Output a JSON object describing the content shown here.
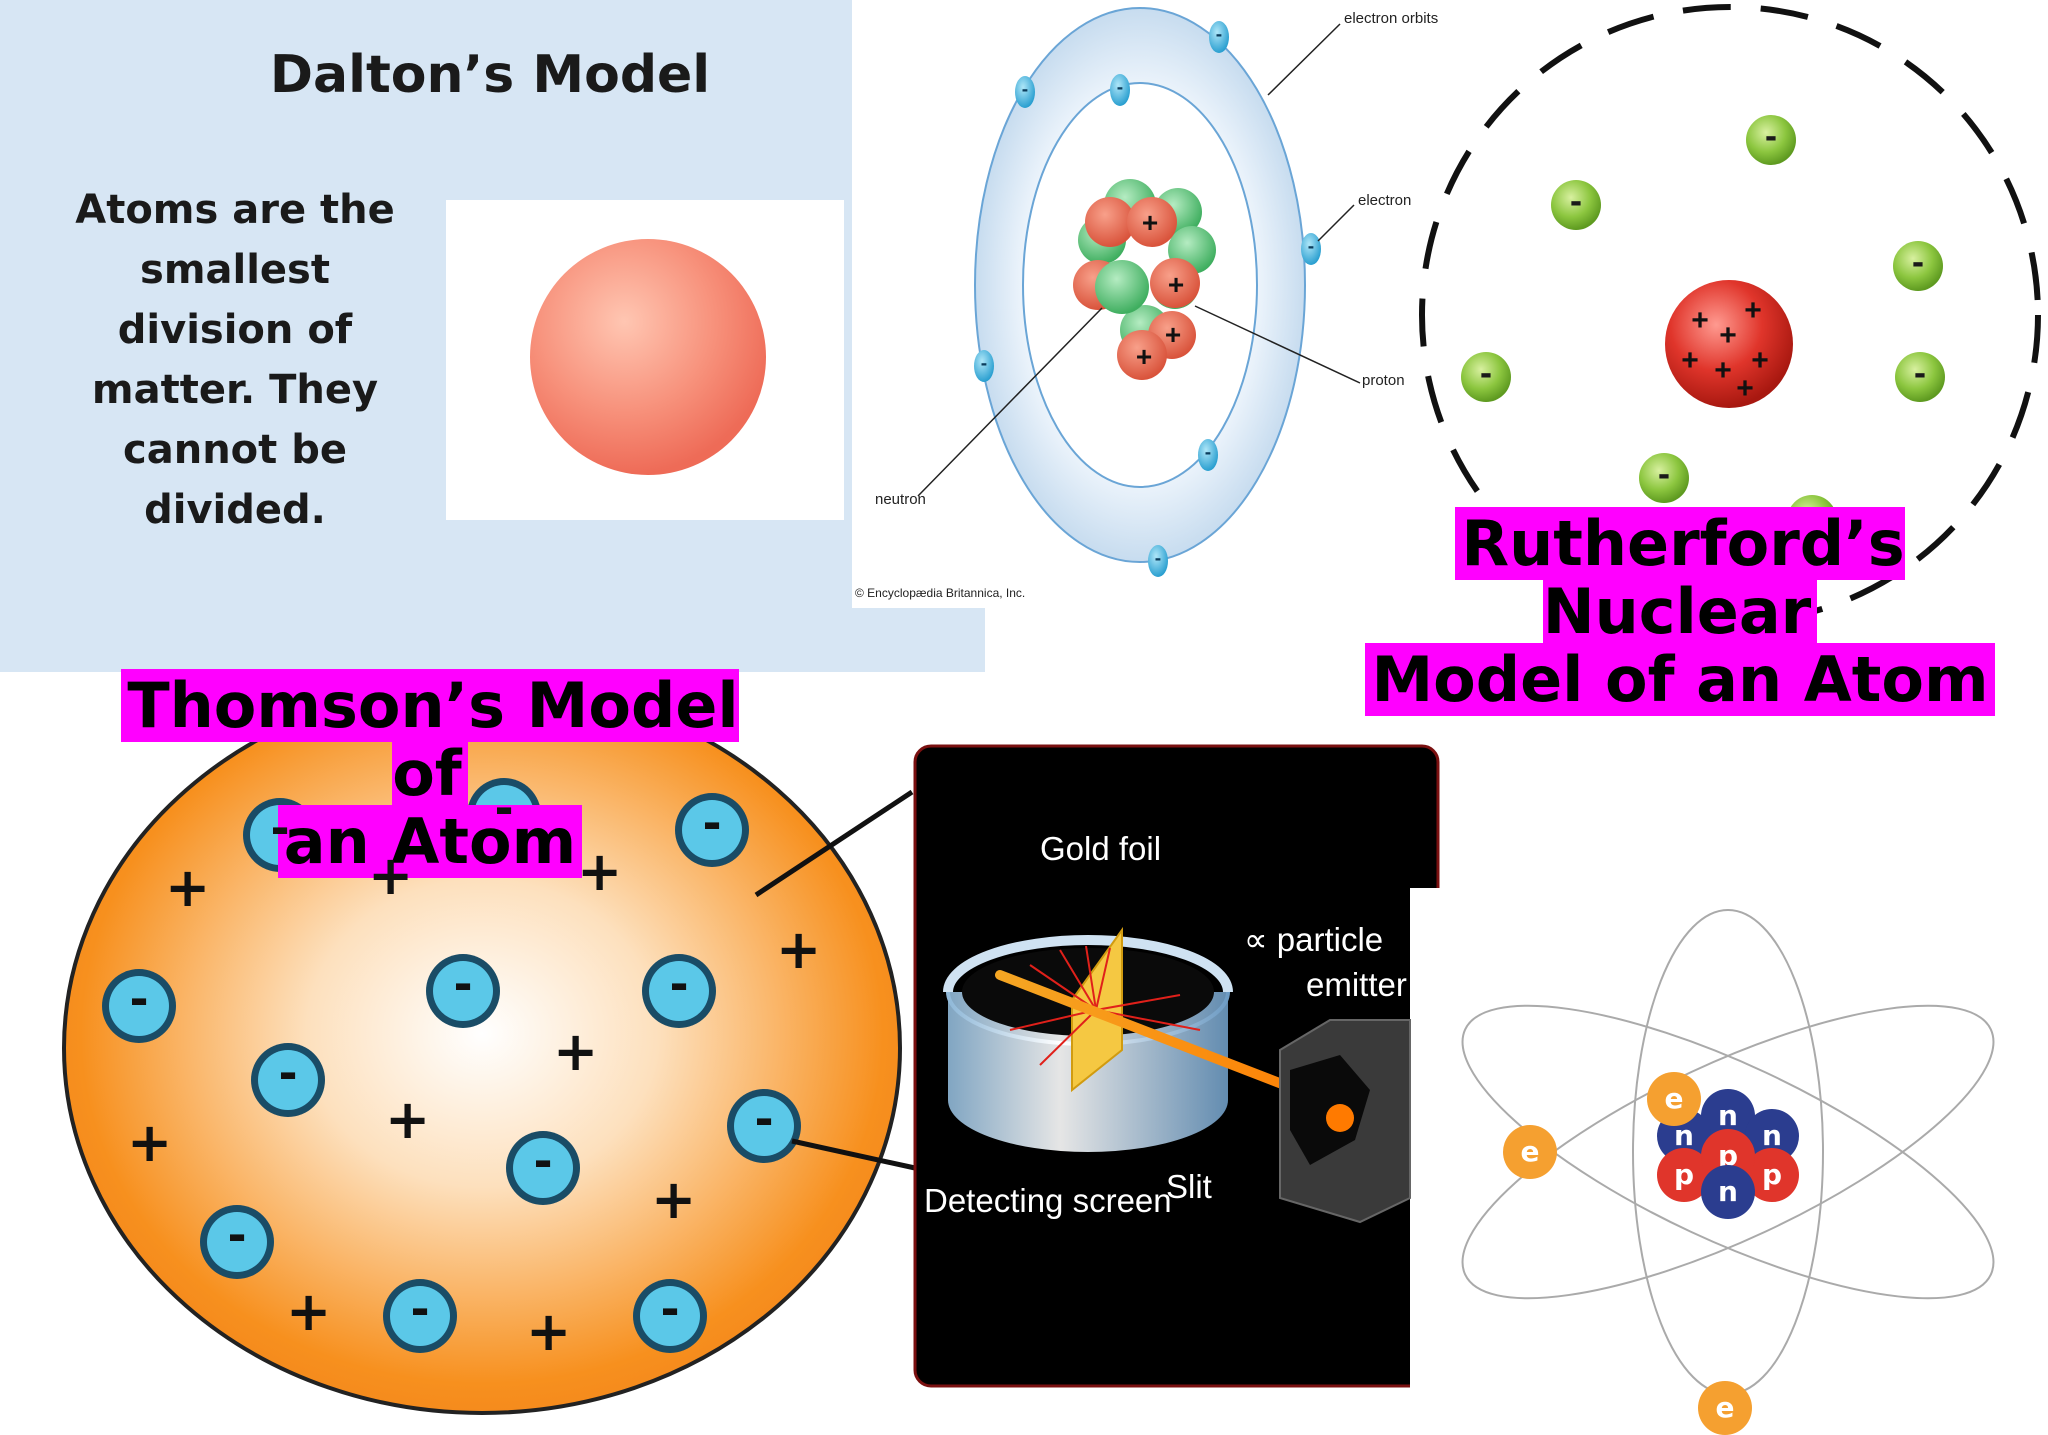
{
  "dalton": {
    "title": "Dalton’s Model",
    "text": "Atoms are the smallest division of matter. They cannot be divided.",
    "lines": [
      "Atoms are the",
      "smallest",
      "division of",
      "matter.  They",
      "cannot be",
      "divided."
    ]
  },
  "bohr": {
    "labels": {
      "orbits": "electron orbits",
      "electron": "electron",
      "proton": "proton",
      "neutron": "neutron",
      "credit": "© Encyclopædia Britannica, Inc."
    }
  },
  "rutherford": {
    "title_line1": "Rutherford’s Nuclear",
    "title_line2": "Model of an Atom"
  },
  "thomson": {
    "title_line1": "Thomson’s Model of",
    "title_line2": "an Atom"
  },
  "gold_foil": {
    "gold_foil": "Gold foil",
    "emitter_line1": "∝ particle",
    "emitter_line2": "emitter",
    "detecting_screen": "Detecting screen",
    "slit": "Slit"
  },
  "modern_atom": {
    "electron_symbol": "e",
    "neutron_symbol": "n",
    "proton_symbol": "p"
  },
  "symbols": {
    "minus": "-",
    "plus": "+"
  },
  "colors": {
    "dalton_bg": "#d7e6f4",
    "highlight": "#ff00ff",
    "thomson_orange": "#f7901e",
    "electron_blue": "#5bc8e8",
    "electron_green": "#8cc63f",
    "proton_red": "#e0352b",
    "neutron_navy": "#2b3d8f",
    "electron_orange": "#f5a030"
  }
}
